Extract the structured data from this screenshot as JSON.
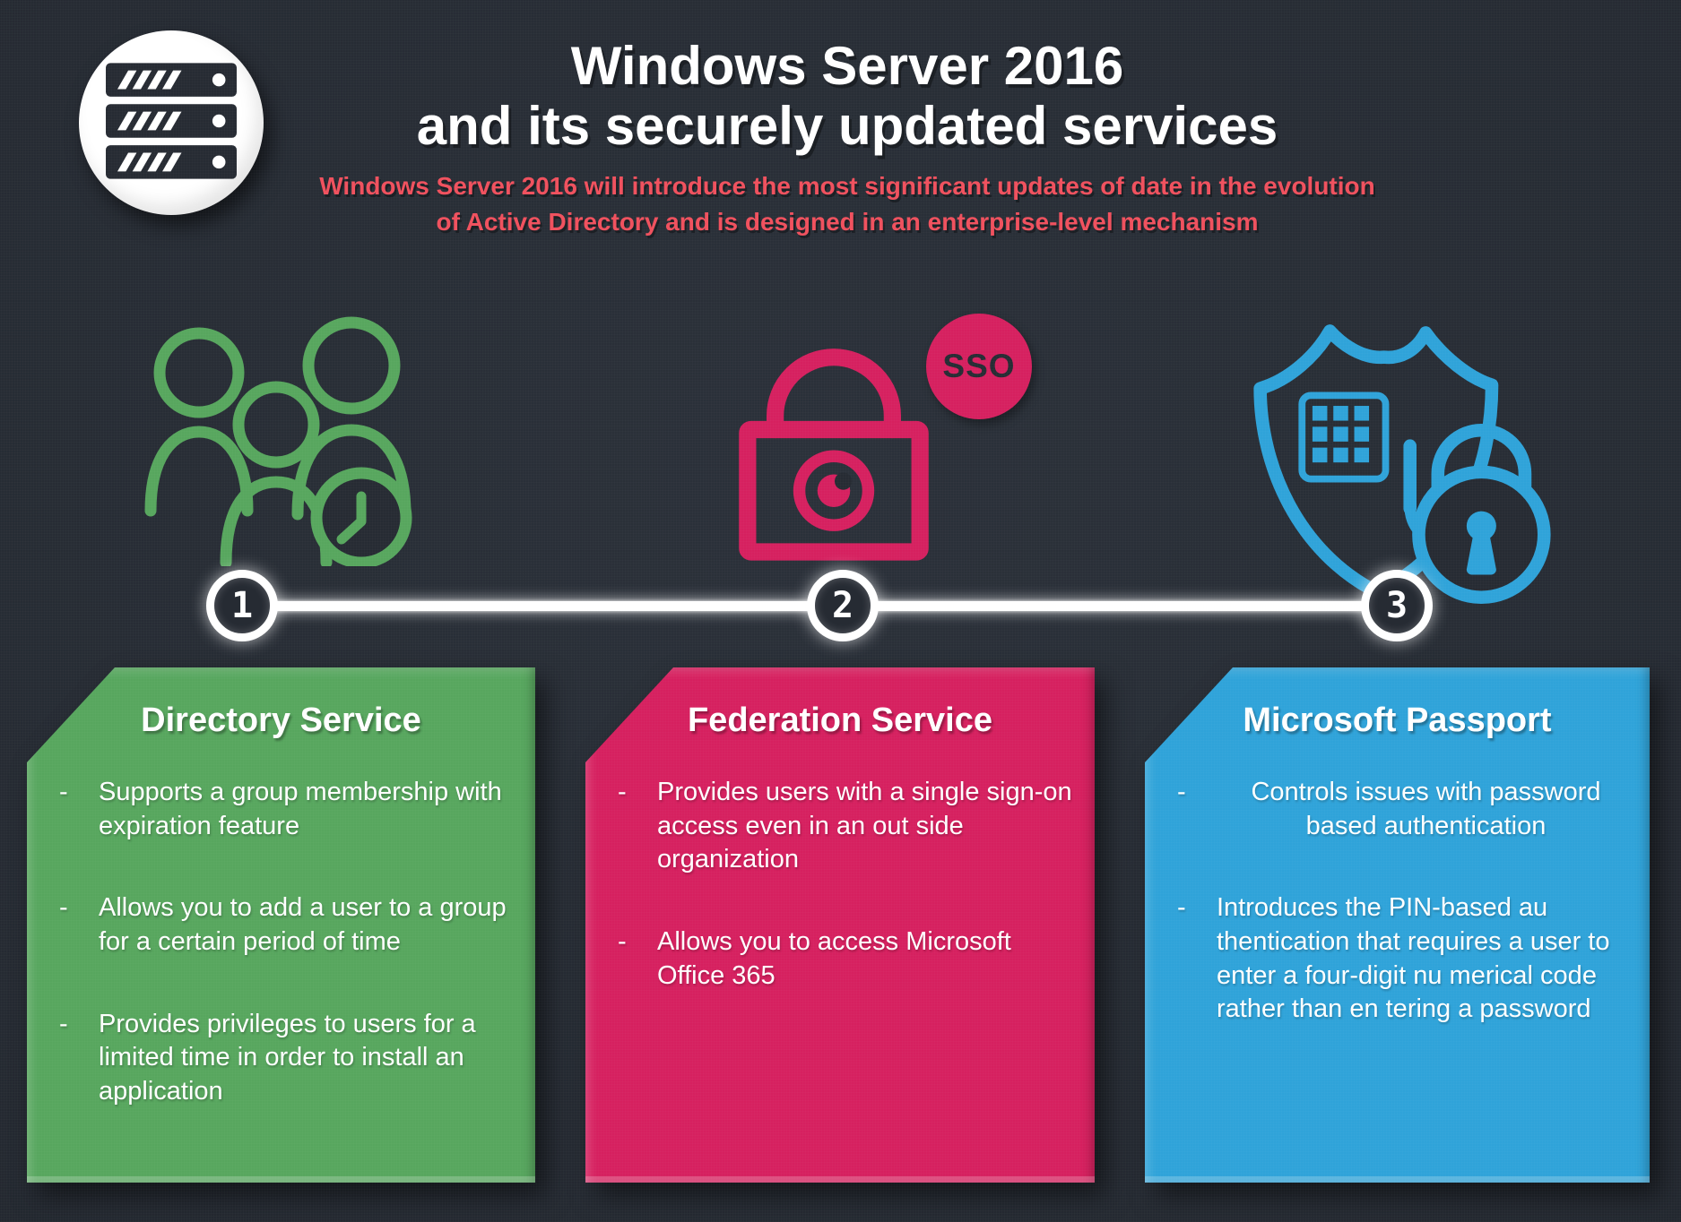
{
  "colors": {
    "background": "#262b33",
    "white": "#ffffff",
    "accent_red": "#f0525f",
    "green": "#57a65e",
    "pink": "#d6205f",
    "blue": "#2fa3d9",
    "dark": "#262c34"
  },
  "header": {
    "title_line1": "Windows Server 2016",
    "title_line2": "and its securely updated services",
    "subtitle_line1": "Windows Server 2016 will introduce the most significant updates of date in the evolution",
    "subtitle_line2": "of Active Directory and is designed in an enterprise-level mechanism"
  },
  "sso_badge": "SSO",
  "bullet_marker": "-",
  "timeline": {
    "steps": [
      "1",
      "2",
      "3"
    ]
  },
  "cards": [
    {
      "color": "#57a65e",
      "title": "Directory Service",
      "bullets": [
        "Supports a group membership with expiration feature",
        "Allows you to add a user to a group for a certain period of time",
        "Provides privileges to users for a limited time in order to install an application"
      ]
    },
    {
      "color": "#d6205f",
      "title": "Federation Service",
      "bullets": [
        "Provides users with a single sign-on access even in an out side organization",
        "Allows you to access Microsoft Office 365"
      ]
    },
    {
      "color": "#2fa3d9",
      "title": "Microsoft Passport",
      "bullets": [
        "Controls issues with password based authentication",
        "Introduces the PIN-based au thentication that requires a user to enter a four-digit nu merical code rather than en tering a password"
      ]
    }
  ]
}
